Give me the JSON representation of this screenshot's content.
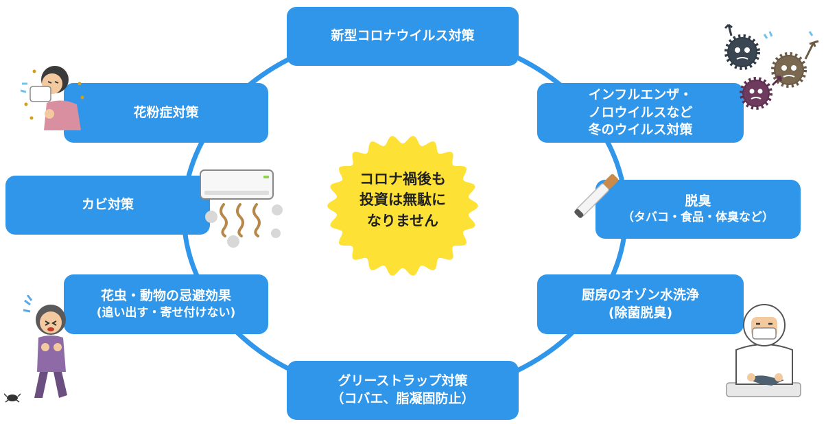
{
  "center": {
    "lines": [
      "コロナ禍後も",
      "投資は無駄に",
      "なりません"
    ]
  },
  "boxes": {
    "corona": "新型コロナウイルス対策",
    "flu": [
      "インフルエンザ・",
      "ノロウイルスなど",
      "冬のウイルス対策"
    ],
    "deodor": "脱臭",
    "deodor_sub": "（タバコ・食品・体臭など）",
    "kitchen": "厨房のオゾン水洗浄",
    "kitchen_sub": "(除菌脱臭)",
    "grease": "グリーストラップ対策",
    "grease_sub": "（コバエ、脂凝固防止）",
    "insect": "花虫・動物の忌避効果",
    "insect_sub": "(追い出す・寄せ付けない)",
    "mold": "カビ対策",
    "pollen": "花粉症対策"
  },
  "colors": {
    "box": "#2f96ea",
    "ring": "#2f96ea",
    "burst": "#fde135",
    "text_on_box": "#ffffff"
  },
  "icons": [
    "virus-group-icon",
    "cigarette-icon",
    "chef-icon",
    "cockroach-icon",
    "scared-woman-icon",
    "air-conditioner-icon",
    "sneezing-woman-icon"
  ]
}
